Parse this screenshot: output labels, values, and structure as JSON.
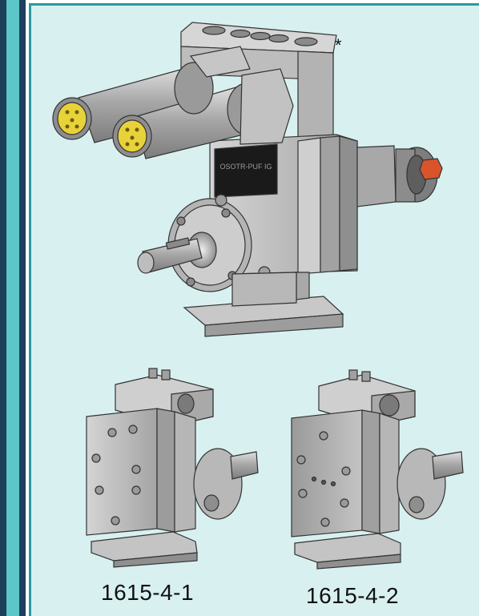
{
  "figure": {
    "marker": "*",
    "label_plate": "OSOTR-PUF IG",
    "captions": {
      "left": "1615-4-1",
      "right": "1615-4-2"
    }
  },
  "colors": {
    "background": "#d8f0f0",
    "sidebar_dark": "#1c3f5c",
    "sidebar_stripe": "#5cc6c8",
    "metal": "#b9b9b9",
    "connector": "#e8d23a",
    "cap": "#d9532b"
  }
}
